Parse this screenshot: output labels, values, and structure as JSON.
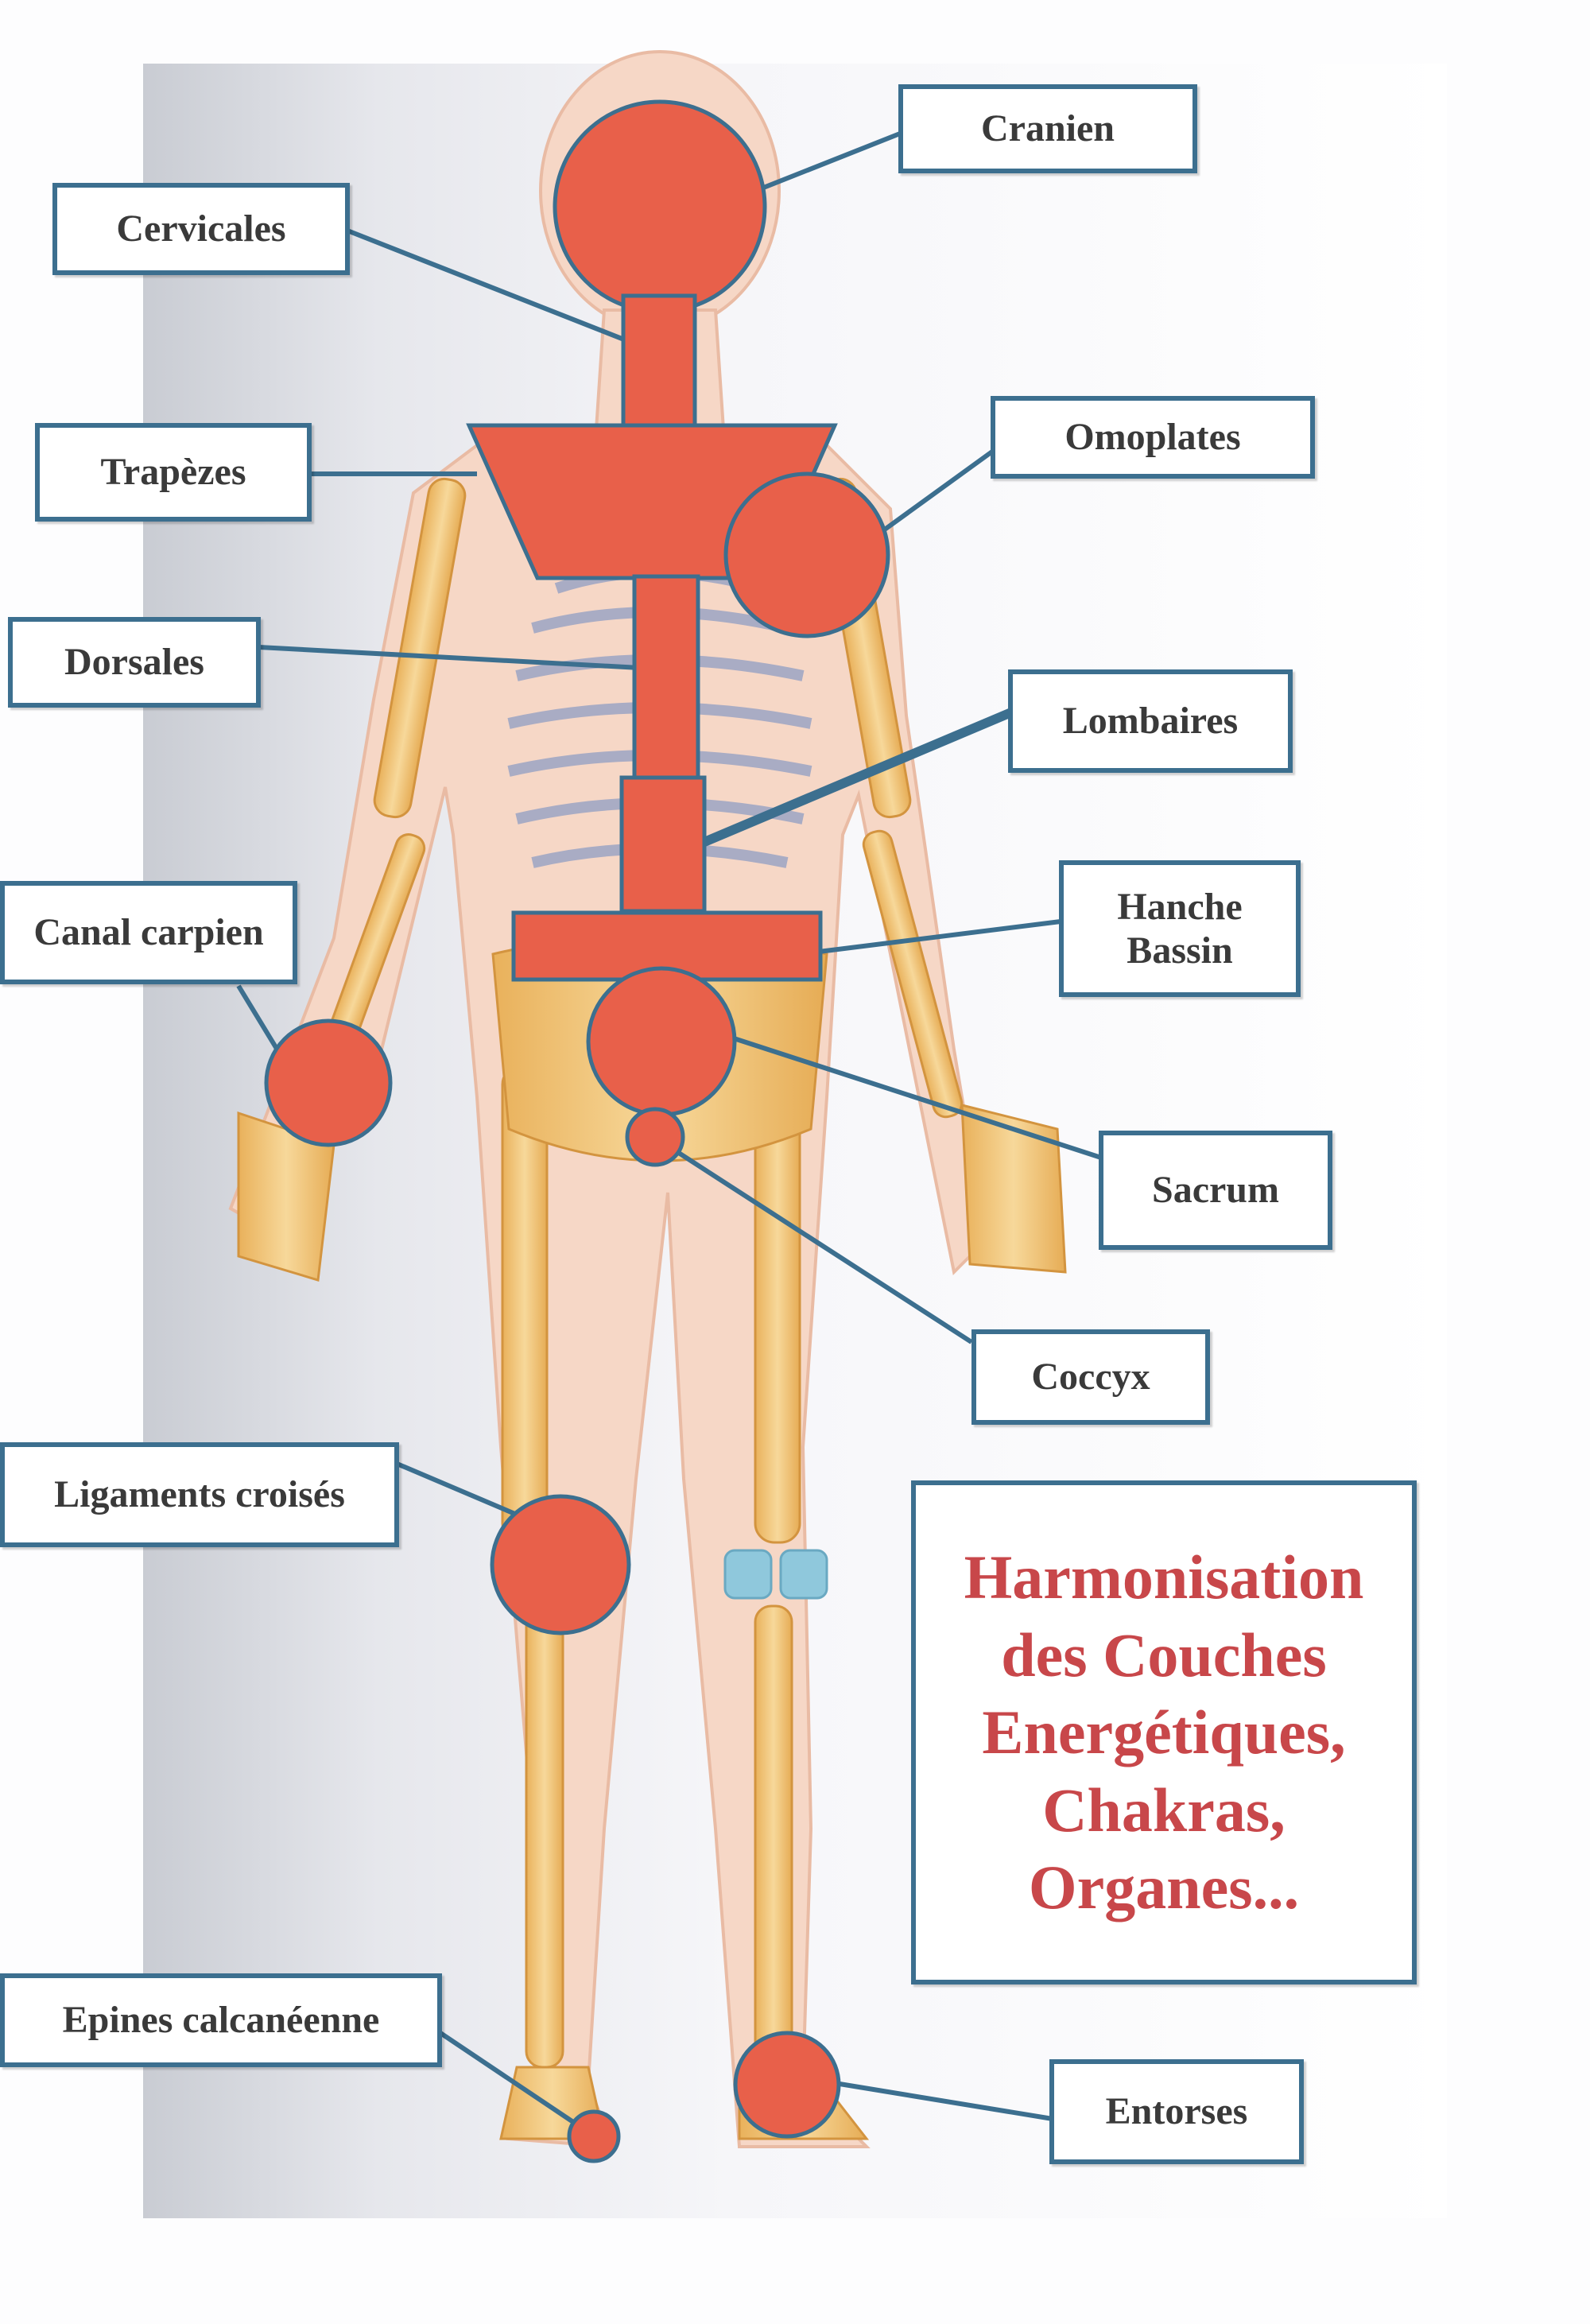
{
  "colors": {
    "marker": "#e8604a",
    "marker_outline": "#3c6f8f",
    "leader_line": "#3c6f8f",
    "title_text": "#c8474a",
    "label_text": "#3a3a3a"
  },
  "labels": {
    "cranien": "Cranien",
    "cervicales": "Cervicales",
    "omoplates": "Omoplates",
    "trapezes": "Trapèzes",
    "dorsales": "Dorsales",
    "lombaires": "Lombaires",
    "canal_carpien": "Canal carpien",
    "hanche_bassin": "Hanche\nBassin",
    "sacrum": "Sacrum",
    "coccyx": "Coccyx",
    "ligaments_croises": "Ligaments croisés",
    "epines_calcaneenne": "Epines calcanéenne",
    "entorses": "Entorses"
  },
  "title": {
    "lines": [
      "Harmonisation",
      "des Couches",
      "Energétiques,",
      "Chakras,",
      "Organes..."
    ]
  }
}
